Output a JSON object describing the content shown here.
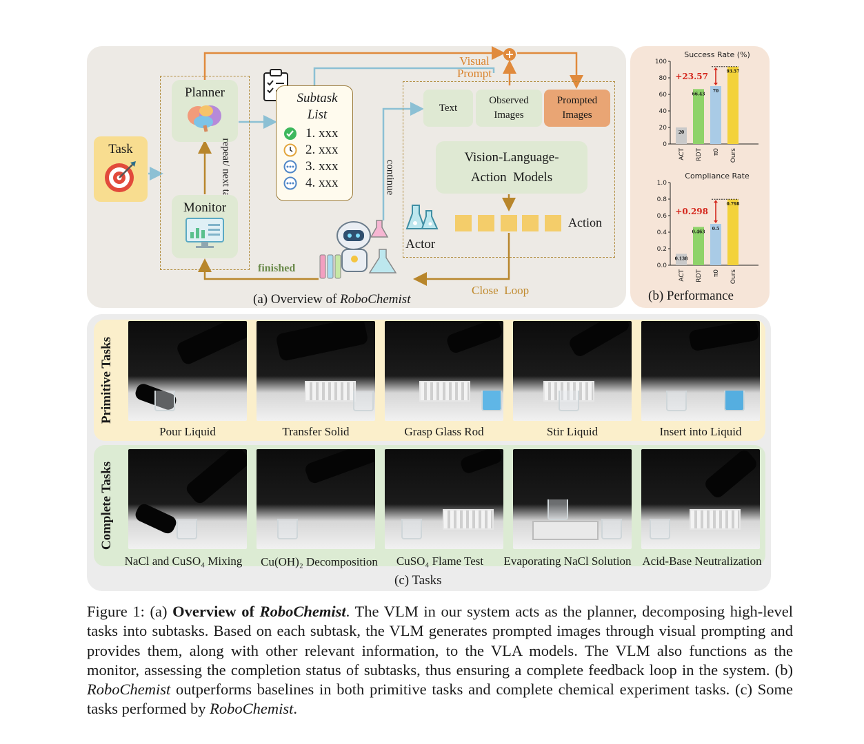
{
  "panel_a": {
    "caption_prefix": "(a) Overview of ",
    "caption_name": "RoboChemist",
    "task": "Task",
    "planner": "Planner",
    "monitor": "Monitor",
    "repeat_label": "repeat/ next task",
    "subtask_title": "Subtask List",
    "subtasks": [
      "1. xxx",
      "2. xxx",
      "3. xxx",
      "4. xxx"
    ],
    "visual_prompt": "Visual Prompt",
    "continue": "continue",
    "text_box": "Text",
    "observed_images": "Observed Images",
    "prompted_images": "Prompted Images",
    "vla_line1": "Vision-Language-",
    "vla_line2": "Action  Models",
    "action": "Action",
    "actor": "Actor",
    "finished": "finished",
    "close_loop": "Close  Loop",
    "colors": {
      "green_box": "#dfe9d3",
      "orange_box": "#e9a574",
      "arrow_orange": "#e08a3c",
      "arrow_blue": "#8cc0d4",
      "arrow_gold": "#b8862b"
    }
  },
  "panel_b": {
    "caption": "(b) Performance",
    "colors": {
      "ACT": "#c9c9c9",
      "RDT": "#8fd36a",
      "pi0": "#a9cbe6",
      "Ours": "#f3d23a",
      "delta": "#d4271d"
    }
  },
  "chart_data": [
    {
      "type": "bar",
      "title": "Success Rate (%)",
      "categories": [
        "ACT",
        "RDT",
        "π0",
        "Ours"
      ],
      "values": [
        20,
        66.43,
        70,
        93.57
      ],
      "value_labels": [
        "20",
        "66.43",
        "70",
        "93.57"
      ],
      "ylim": [
        0,
        100
      ],
      "yticks": [
        "0",
        "20",
        "40",
        "60",
        "80",
        "100"
      ],
      "annotation": "+23.57"
    },
    {
      "type": "bar",
      "title": "Compliance Rate",
      "categories": [
        "ACT",
        "RDT",
        "π0",
        "Ours"
      ],
      "values": [
        0.138,
        0.463,
        0.5,
        0.798
      ],
      "value_labels": [
        "0.138",
        "0.463",
        "0.5",
        "0.798"
      ],
      "ylim": [
        0,
        1.0
      ],
      "yticks": [
        "0.0",
        "0.2",
        "0.4",
        "0.6",
        "0.8",
        "1.0"
      ],
      "annotation": "+0.298"
    }
  ],
  "panel_c": {
    "caption": "(c) Tasks",
    "primitive_label": "Primitive Tasks",
    "complete_label": "Complete Tasks",
    "primitive_tasks": [
      "Pour Liquid",
      "Transfer Solid",
      "Grasp Glass Rod",
      "Stir Liquid",
      "Insert into Liquid"
    ],
    "complete_tasks": [
      "NaCl and CuSO₄ Mixing",
      "Cu(OH)₂ Decomposition",
      "CuSO₄ Flame Test",
      "Evaporating NaCl Solution",
      "Acid-Base Neutralization"
    ]
  },
  "caption": {
    "lead": "Figure 1: (a) ",
    "bold1": "Overview of ",
    "bold_italic": "RoboChemist",
    "part1": ". The VLM in our system acts as the planner, decomposing high-level tasks into subtasks. Based on each subtask, the VLM generates prompted images through visual prompting and provides them, along with other relevant information, to the VLA models. The VLM also functions as the monitor, assessing the completion status of subtasks, thus ensuring a complete feedback loop in the system. (b) ",
    "italic1": "RoboChemist",
    "part2": " outperforms baselines in both primitive tasks and complete chemical experiment tasks. (c) Some tasks performed by ",
    "italic2": "RoboChemist",
    "end": "."
  }
}
